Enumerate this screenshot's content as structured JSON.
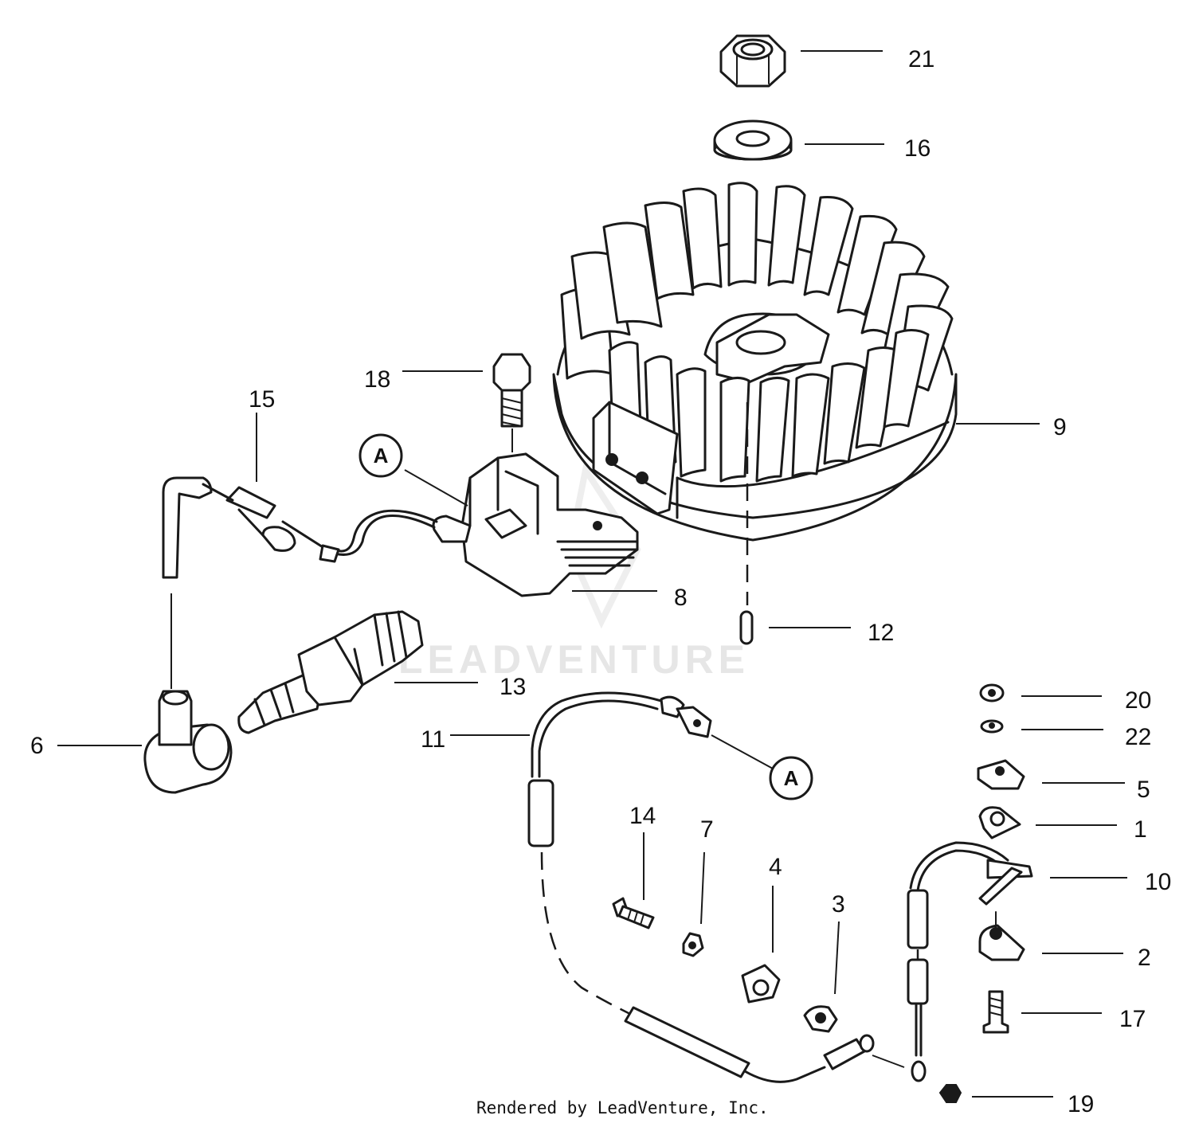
{
  "callouts": {
    "c1": "1",
    "c2": "2",
    "c3": "3",
    "c4": "4",
    "c5": "5",
    "c6": "6",
    "c7": "7",
    "c8": "8",
    "c9": "9",
    "c10": "10",
    "c11": "11",
    "c12": "12",
    "c13": "13",
    "c14": "14",
    "c15": "15",
    "c16": "16",
    "c17": "17",
    "c18": "18",
    "c19": "19",
    "c20": "20",
    "c21": "21",
    "c22": "22"
  },
  "reference_marker": "A",
  "watermark": "LEADVENTURE",
  "footer": "Rendered by LeadVenture, Inc."
}
